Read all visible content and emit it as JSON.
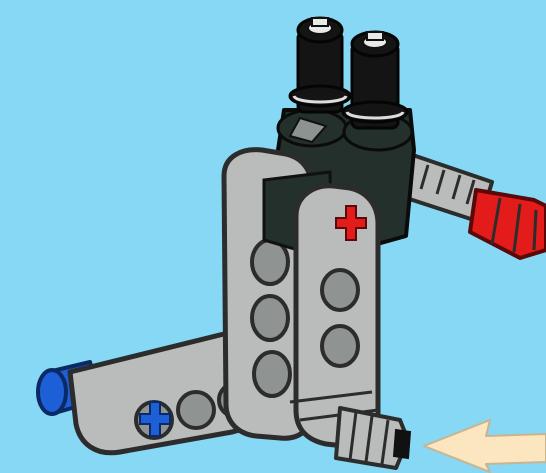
{
  "scene": {
    "kind": "building-instruction-step",
    "background_color": "#86d8f4",
    "colors": {
      "beam_gray": "#b9bcbb",
      "beam_outline": "#2c2c2c",
      "black_part": "#141414",
      "dark_gray_part": "#23302c",
      "red_part": "#e41b1b",
      "blue_part": "#1c5fd6",
      "arrow_fill": "#fce6bf"
    },
    "parts": [
      {
        "name": "black-pins",
        "color": "black",
        "count": 2
      },
      {
        "name": "pin-connector",
        "color": "dark-gray"
      },
      {
        "name": "vertical-beam-left",
        "color": "light-gray",
        "holes": 3
      },
      {
        "name": "vertical-beam-right",
        "color": "light-gray",
        "holes": 3,
        "axle_hole": "red"
      },
      {
        "name": "horizontal-beam",
        "color": "light-gray",
        "axle_hole": "blue"
      },
      {
        "name": "gray-axle-right",
        "color": "light-gray"
      },
      {
        "name": "red-axle-connector",
        "color": "red"
      },
      {
        "name": "blue-pin",
        "color": "blue"
      },
      {
        "name": "gray-axle-bottom",
        "color": "light-gray"
      }
    ],
    "indicator": {
      "name": "insert-arrow",
      "direction": "left"
    }
  }
}
